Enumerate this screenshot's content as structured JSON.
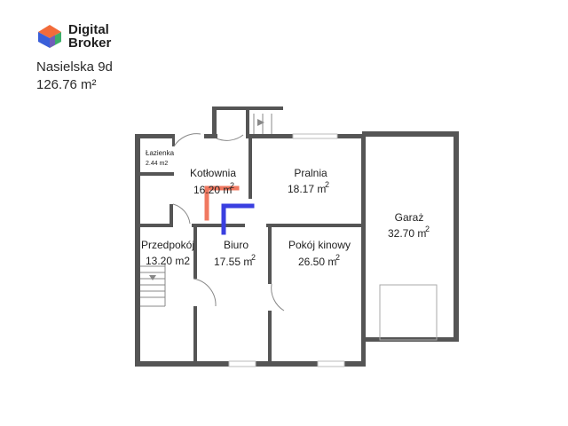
{
  "brand": {
    "line1": "Digital",
    "line2": "Broker",
    "colors": {
      "orange": "#F26B3A",
      "blue": "#3A5FD9",
      "green": "#3DAE6A",
      "violet": "#7A4FC8"
    }
  },
  "listing": {
    "address": "Nasielska 9d",
    "total_area": "126.76 m²"
  },
  "rooms": [
    {
      "id": "lazienka",
      "name": "Łazienka",
      "area": "2.44 m2"
    },
    {
      "id": "kotlownia",
      "name": "Kotłownia",
      "area": "16.20 m",
      "sup": "2"
    },
    {
      "id": "pralnia",
      "name": "Pralnia",
      "area": "18.17 m",
      "sup": "2"
    },
    {
      "id": "garaz",
      "name": "Garaż",
      "area": "32.70 m",
      "sup": "2"
    },
    {
      "id": "przedpokoj",
      "name": "Przedpokój",
      "area": "13.20 m2"
    },
    {
      "id": "biuro",
      "name": "Biuro",
      "area": "17.55 m",
      "sup": "2"
    },
    {
      "id": "pokoj-kinowy",
      "name": "Pokój kinowy",
      "area": "26.50 m",
      "sup": "2"
    }
  ],
  "plan_colors": {
    "wall": "#555555",
    "orange_marker": "#F07860",
    "blue_marker": "#3A3FE0"
  }
}
